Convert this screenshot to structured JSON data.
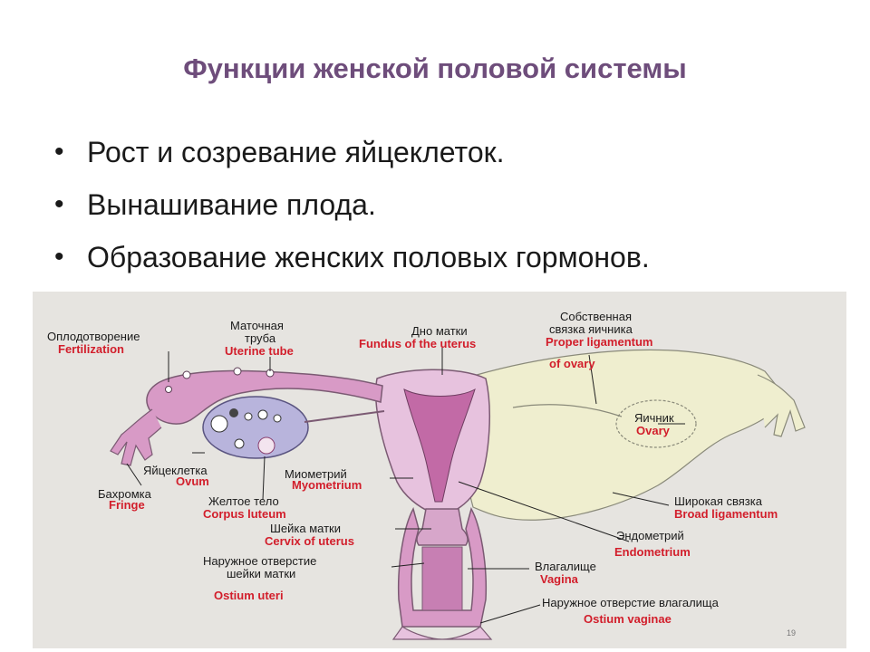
{
  "slide": {
    "title": "Функции женской половой системы",
    "bullets": [
      "Рост и созревание яйцеклеток.",
      "Вынашивание плода.",
      "Образование женских половых гормонов."
    ]
  },
  "diagram": {
    "labels": {
      "fertilization_ru": "Оплодотворение",
      "fertilization_la": "Fertilization",
      "uterine_tube_ru_1": "Маточная",
      "uterine_tube_ru_2": "труба",
      "uterine_tube_la": "Uterine tube",
      "fundus_ru": "Дно матки",
      "fundus_la": "Fundus of the uterus",
      "proper_lig_ru_1": "Собственная",
      "proper_lig_ru_2": "связка яичника",
      "proper_lig_la_1": "Proper ligamentum",
      "proper_lig_la_2": "of ovary",
      "ovary_ru": "Яичник",
      "ovary_la": "Ovary",
      "ovum_ru": "Яйцеклетка",
      "ovum_la": "Ovum",
      "fringe_ru": "Бахромка",
      "fringe_la": "Fringe",
      "myometrium_ru": "Миометрий",
      "myometrium_la": "Myometrium",
      "corpus_ru": "Желтое тело",
      "corpus_la": "Corpus luteum",
      "cervix_ru": "Шейка матки",
      "cervix_la": "Cervix of uterus",
      "broad_ru": "Широкая связка",
      "broad_la": "Broad ligamentum",
      "endometrium_ru": "Эндометрий",
      "endometrium_la": "Endometrium",
      "os_uteri_ru_1": "Наружное отверстие",
      "os_uteri_ru_2": "шейки матки",
      "os_uteri_la": "Ostium uteri",
      "vagina_ru": "Влагалище",
      "vagina_la": "Vagina",
      "os_vag_ru": "Наружное отверстие влагалища",
      "os_vag_la": "Ostium vaginae",
      "page_num": "19"
    },
    "colors": {
      "tube": "#d89ac6",
      "uterus": "#e7c2de",
      "cavity": "#c26aa6",
      "ligament": "#efeecf",
      "ovary": "#b8b4dc",
      "label_latin": "#d21e2b",
      "background": "#e6e4e0"
    }
  }
}
